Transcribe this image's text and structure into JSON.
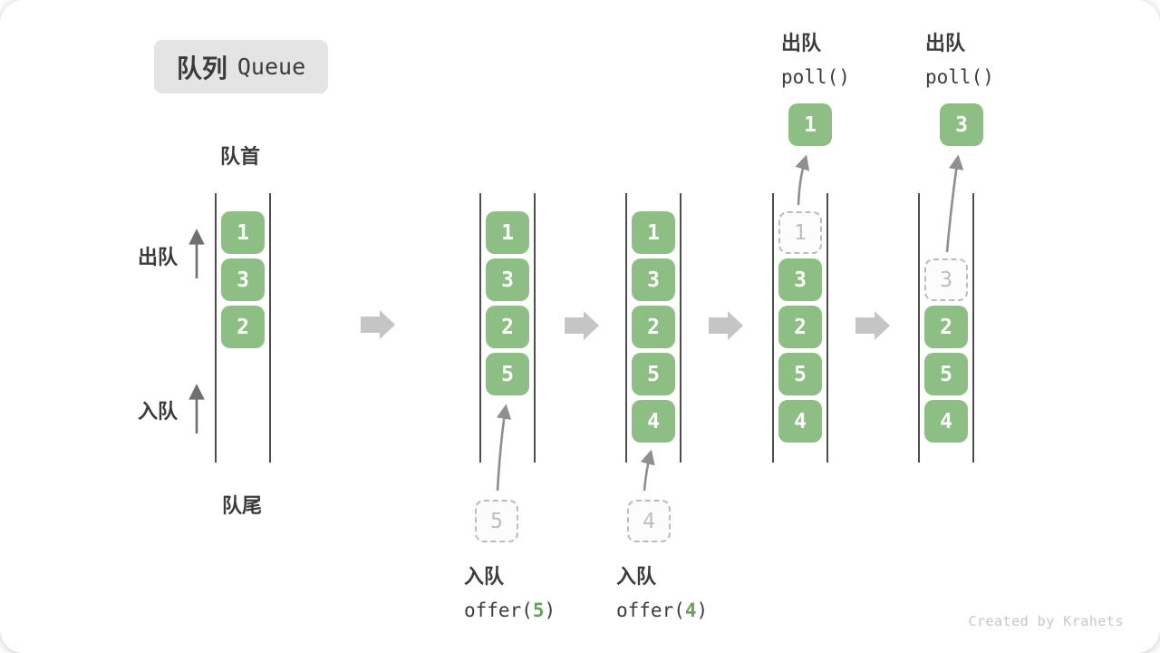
{
  "title": {
    "zh": "队列",
    "en": "Queue"
  },
  "labels": {
    "front": "队首",
    "rear": "队尾",
    "dequeue": "出队",
    "enqueue": "入队",
    "credit": "Created by Krahets"
  },
  "colors": {
    "box_green": "#8dbf85",
    "box_text": "#ffffff",
    "dashed_border": "#bcbcbc",
    "dashed_bg": "#fcfcfc",
    "dashed_text": "#bdbdbd",
    "wall": "#4d4d4d",
    "flow_arrow": "#c5c5c5",
    "curve_arrow": "#8f8f8f",
    "side_arrow": "#6f6f6f",
    "badge_bg": "#e4e4e4",
    "text_dark": "#3b3b3b",
    "accent_green": "#64a455",
    "credit_gray": "#c6c6c6"
  },
  "queues": [
    {
      "name": "state-initial",
      "items": [
        {
          "slot": 0,
          "value": "1",
          "style": "filled"
        },
        {
          "slot": 1,
          "value": "3",
          "style": "filled"
        },
        {
          "slot": 2,
          "value": "2",
          "style": "filled"
        }
      ]
    },
    {
      "name": "state-after-offer-5",
      "items": [
        {
          "slot": 0,
          "value": "1",
          "style": "filled"
        },
        {
          "slot": 1,
          "value": "3",
          "style": "filled"
        },
        {
          "slot": 2,
          "value": "2",
          "style": "filled"
        },
        {
          "slot": 3,
          "value": "5",
          "style": "filled"
        }
      ]
    },
    {
      "name": "state-after-offer-4",
      "items": [
        {
          "slot": 0,
          "value": "1",
          "style": "filled"
        },
        {
          "slot": 1,
          "value": "3",
          "style": "filled"
        },
        {
          "slot": 2,
          "value": "2",
          "style": "filled"
        },
        {
          "slot": 3,
          "value": "5",
          "style": "filled"
        },
        {
          "slot": 4,
          "value": "4",
          "style": "filled"
        }
      ]
    },
    {
      "name": "state-after-poll-1",
      "items": [
        {
          "slot": 0,
          "value": "1",
          "style": "dashed"
        },
        {
          "slot": 1,
          "value": "3",
          "style": "filled"
        },
        {
          "slot": 2,
          "value": "2",
          "style": "filled"
        },
        {
          "slot": 3,
          "value": "5",
          "style": "filled"
        },
        {
          "slot": 4,
          "value": "4",
          "style": "filled"
        }
      ]
    },
    {
      "name": "state-after-poll-3",
      "items": [
        {
          "slot": 1,
          "value": "3",
          "style": "dashed"
        },
        {
          "slot": 2,
          "value": "2",
          "style": "filled"
        },
        {
          "slot": 3,
          "value": "5",
          "style": "filled"
        },
        {
          "slot": 4,
          "value": "4",
          "style": "filled"
        }
      ]
    }
  ],
  "floating_items": [
    {
      "name": "enqueue-value-5",
      "value": "5",
      "style": "dashed"
    },
    {
      "name": "enqueue-value-4",
      "value": "4",
      "style": "dashed"
    },
    {
      "name": "polled-value-1",
      "value": "1",
      "style": "filled"
    },
    {
      "name": "polled-value-3",
      "value": "3",
      "style": "filled"
    }
  ],
  "operations": [
    {
      "title": "入队",
      "code_prefix": "offer(",
      "arg": "5",
      "code_suffix": ")"
    },
    {
      "title": "入队",
      "code_prefix": "offer(",
      "arg": "4",
      "code_suffix": ")"
    },
    {
      "title": "出队",
      "code": "poll()"
    },
    {
      "title": "出队",
      "code": "poll()"
    }
  ]
}
